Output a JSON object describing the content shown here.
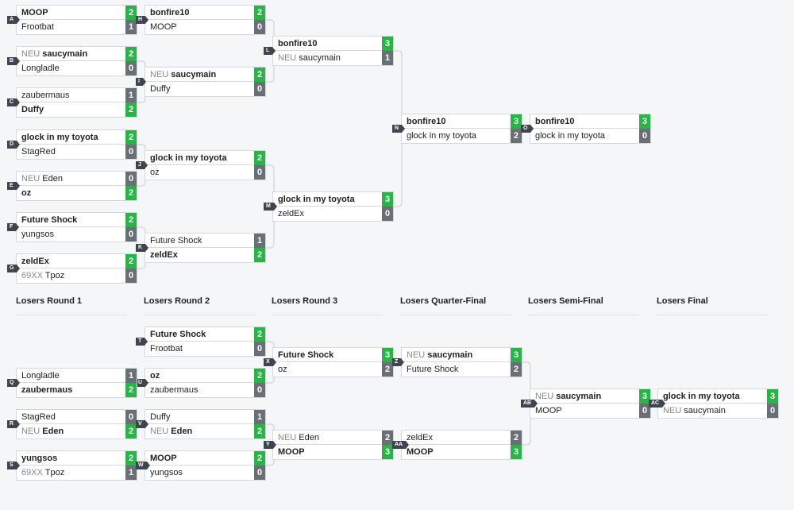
{
  "rounds_losers": [
    "Losers Round 1",
    "Losers Round 2",
    "Losers Round 3",
    "Losers Quarter-Final",
    "Losers Semi-Final",
    "Losers Final"
  ],
  "matches": [
    {
      "id": "A",
      "top": {
        "tag": "",
        "name": "MOOP",
        "score": "2",
        "win": true
      },
      "bottom": {
        "tag": "",
        "name": "Frootbat",
        "score": "1",
        "win": false
      }
    },
    {
      "id": "B",
      "top": {
        "tag": "NEU",
        "name": "saucymain",
        "score": "2",
        "win": true
      },
      "bottom": {
        "tag": "",
        "name": "Longladle",
        "score": "0",
        "win": false
      }
    },
    {
      "id": "C",
      "top": {
        "tag": "",
        "name": "zaubermaus",
        "score": "1",
        "win": false
      },
      "bottom": {
        "tag": "",
        "name": "Duffy",
        "score": "2",
        "win": true
      }
    },
    {
      "id": "D",
      "top": {
        "tag": "",
        "name": "glock in my toyota",
        "score": "2",
        "win": true
      },
      "bottom": {
        "tag": "",
        "name": "StagRed",
        "score": "0",
        "win": false
      }
    },
    {
      "id": "E",
      "top": {
        "tag": "NEU",
        "name": "Eden",
        "score": "0",
        "win": false
      },
      "bottom": {
        "tag": "",
        "name": "oz",
        "score": "2",
        "win": true
      }
    },
    {
      "id": "F",
      "top": {
        "tag": "",
        "name": "Future Shock",
        "score": "2",
        "win": true
      },
      "bottom": {
        "tag": "",
        "name": "yungsos",
        "score": "0",
        "win": false
      }
    },
    {
      "id": "G",
      "top": {
        "tag": "",
        "name": "zeldEx",
        "score": "2",
        "win": true
      },
      "bottom": {
        "tag": "69XX",
        "name": "Tpoz",
        "score": "0",
        "win": false
      }
    },
    {
      "id": "H",
      "top": {
        "tag": "",
        "name": "bonfire10",
        "score": "2",
        "win": true
      },
      "bottom": {
        "tag": "",
        "name": "MOOP",
        "score": "0",
        "win": false
      }
    },
    {
      "id": "I",
      "top": {
        "tag": "NEU",
        "name": "saucymain",
        "score": "2",
        "win": true
      },
      "bottom": {
        "tag": "",
        "name": "Duffy",
        "score": "0",
        "win": false
      }
    },
    {
      "id": "J",
      "top": {
        "tag": "",
        "name": "glock in my toyota",
        "score": "2",
        "win": true
      },
      "bottom": {
        "tag": "",
        "name": "oz",
        "score": "0",
        "win": false
      }
    },
    {
      "id": "K",
      "top": {
        "tag": "",
        "name": "Future Shock",
        "score": "1",
        "win": false
      },
      "bottom": {
        "tag": "",
        "name": "zeldEx",
        "score": "2",
        "win": true
      }
    },
    {
      "id": "L",
      "top": {
        "tag": "",
        "name": "bonfire10",
        "score": "3",
        "win": true
      },
      "bottom": {
        "tag": "NEU",
        "name": "saucymain",
        "score": "1",
        "win": false
      }
    },
    {
      "id": "M",
      "top": {
        "tag": "",
        "name": "glock in my toyota",
        "score": "3",
        "win": true
      },
      "bottom": {
        "tag": "",
        "name": "zeldEx",
        "score": "0",
        "win": false
      }
    },
    {
      "id": "N",
      "top": {
        "tag": "",
        "name": "bonfire10",
        "score": "3",
        "win": true
      },
      "bottom": {
        "tag": "",
        "name": "glock in my toyota",
        "score": "2",
        "win": false
      }
    },
    {
      "id": "O",
      "top": {
        "tag": "",
        "name": "bonfire10",
        "score": "3",
        "win": true
      },
      "bottom": {
        "tag": "",
        "name": "glock in my toyota",
        "score": "0",
        "win": false
      }
    },
    {
      "id": "T",
      "top": {
        "tag": "",
        "name": "Future Shock",
        "score": "2",
        "win": true
      },
      "bottom": {
        "tag": "",
        "name": "Frootbat",
        "score": "0",
        "win": false
      }
    },
    {
      "id": "U",
      "top": {
        "tag": "",
        "name": "oz",
        "score": "2",
        "win": true
      },
      "bottom": {
        "tag": "",
        "name": "zaubermaus",
        "score": "0",
        "win": false
      }
    },
    {
      "id": "Q",
      "top": {
        "tag": "",
        "name": "Longladle",
        "score": "1",
        "win": false
      },
      "bottom": {
        "tag": "",
        "name": "zaubermaus",
        "score": "2",
        "win": true
      }
    },
    {
      "id": "R",
      "top": {
        "tag": "",
        "name": "StagRed",
        "score": "0",
        "win": false
      },
      "bottom": {
        "tag": "NEU",
        "name": "Eden",
        "score": "2",
        "win": true
      }
    },
    {
      "id": "V",
      "top": {
        "tag": "",
        "name": "Duffy",
        "score": "1",
        "win": false
      },
      "bottom": {
        "tag": "NEU",
        "name": "Eden",
        "score": "2",
        "win": true
      }
    },
    {
      "id": "S",
      "top": {
        "tag": "",
        "name": "yungsos",
        "score": "2",
        "win": true
      },
      "bottom": {
        "tag": "69XX",
        "name": "Tpoz",
        "score": "1",
        "win": false
      }
    },
    {
      "id": "W",
      "top": {
        "tag": "",
        "name": "MOOP",
        "score": "2",
        "win": true
      },
      "bottom": {
        "tag": "",
        "name": "yungsos",
        "score": "0",
        "win": false
      }
    },
    {
      "id": "X",
      "top": {
        "tag": "",
        "name": "Future Shock",
        "score": "3",
        "win": true
      },
      "bottom": {
        "tag": "",
        "name": "oz",
        "score": "2",
        "win": false
      }
    },
    {
      "id": "Y",
      "top": {
        "tag": "NEU",
        "name": "Eden",
        "score": "2",
        "win": false
      },
      "bottom": {
        "tag": "",
        "name": "MOOP",
        "score": "3",
        "win": true
      }
    },
    {
      "id": "Z",
      "top": {
        "tag": "NEU",
        "name": "saucymain",
        "score": "3",
        "win": true
      },
      "bottom": {
        "tag": "",
        "name": "Future Shock",
        "score": "2",
        "win": false
      }
    },
    {
      "id": "AA",
      "top": {
        "tag": "",
        "name": "zeldEx",
        "score": "2",
        "win": false
      },
      "bottom": {
        "tag": "",
        "name": "MOOP",
        "score": "3",
        "win": true
      }
    },
    {
      "id": "AB",
      "top": {
        "tag": "NEU",
        "name": "saucymain",
        "score": "3",
        "win": true
      },
      "bottom": {
        "tag": "",
        "name": "MOOP",
        "score": "0",
        "win": false
      }
    },
    {
      "id": "AC",
      "top": {
        "tag": "",
        "name": "glock in my toyota",
        "score": "3",
        "win": true
      },
      "bottom": {
        "tag": "NEU",
        "name": "saucymain",
        "score": "0",
        "win": false
      }
    }
  ]
}
